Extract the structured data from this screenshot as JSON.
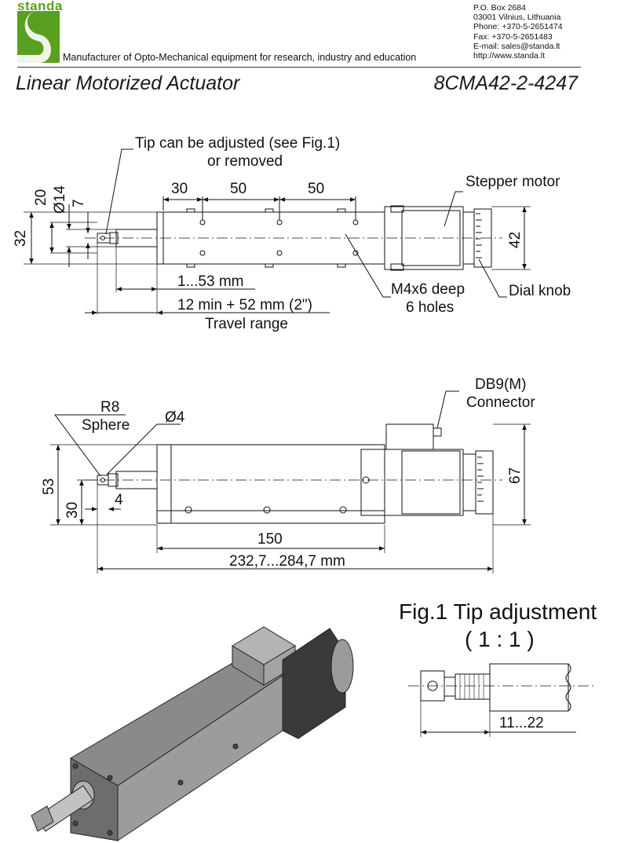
{
  "header": {
    "brand": "standa",
    "tagline": "Manufacturer of Opto-Mechanical equipment for research, industry and education",
    "contact": [
      "P.O. Box 2684",
      "03001 Vilnius, Lithuania",
      "Phone: +370-5-2651474",
      "Fax: +370-5-2651483",
      "E-mail: sales@standa.lt",
      "http://www.standa.lt"
    ],
    "brand_color": "#5aa020"
  },
  "title": "Linear Motorized Actuator",
  "model": "8CMA42-2-4247",
  "top_view": {
    "tip_note_1": "Tip can be adjusted (see Fig.1)",
    "tip_note_2": "or removed",
    "stepper_motor": "Stepper motor",
    "dim_30": "30",
    "dim_50a": "50",
    "dim_50b": "50",
    "dim_20": "20",
    "dim_d14": "Ø14",
    "dim_7": "7",
    "dim_32": "32",
    "dim_42": "42",
    "dim_1_53": "1...53 mm",
    "dim_travel": "12 min + 52 mm (2\")",
    "travel_range": "Travel range",
    "holes_1": "M4x6 deep",
    "holes_2": "6 holes",
    "dial_knob": "Dial knob"
  },
  "side_view": {
    "db9_1": "DB9(M)",
    "db9_2": "Connector",
    "r8": "R8",
    "sphere": "Sphere",
    "d4": "Ø4",
    "dim_53": "53",
    "dim_30": "30",
    "dim_4": "4",
    "dim_67": "67",
    "dim_150": "150",
    "dim_total": "232,7...284,7 mm"
  },
  "fig1": {
    "title": "Fig.1 Tip adjustment",
    "scale": "( 1 : 1 )",
    "dim": "11...22"
  }
}
